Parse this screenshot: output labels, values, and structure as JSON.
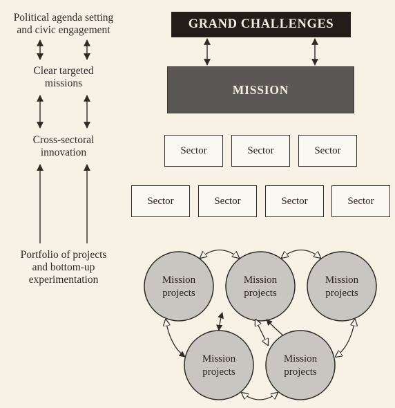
{
  "left_column": {
    "political": "Political agenda setting\nand civic engagement",
    "targeted": "Clear targeted\nmissions",
    "cross": "Cross-sectoral\ninnovation",
    "portfolio": "Portfolio of projects\nand bottom-up\nexperimentation"
  },
  "grand_challenges": "GRAND CHALLENGES",
  "mission": "MISSION",
  "sectors": [
    "Sector",
    "Sector",
    "Sector",
    "Sector",
    "Sector",
    "Sector",
    "Sector"
  ],
  "projects": [
    "Mission\nprojects",
    "Mission\nprojects",
    "Mission\nprojects",
    "Mission\nprojects",
    "Mission\nprojects"
  ],
  "colors": {
    "background": "#f8f1e6",
    "grand_box": "#231c18",
    "mission_box": "#5b5754",
    "circle_fill": "#c9c5c1",
    "line": "#2e2a26"
  }
}
